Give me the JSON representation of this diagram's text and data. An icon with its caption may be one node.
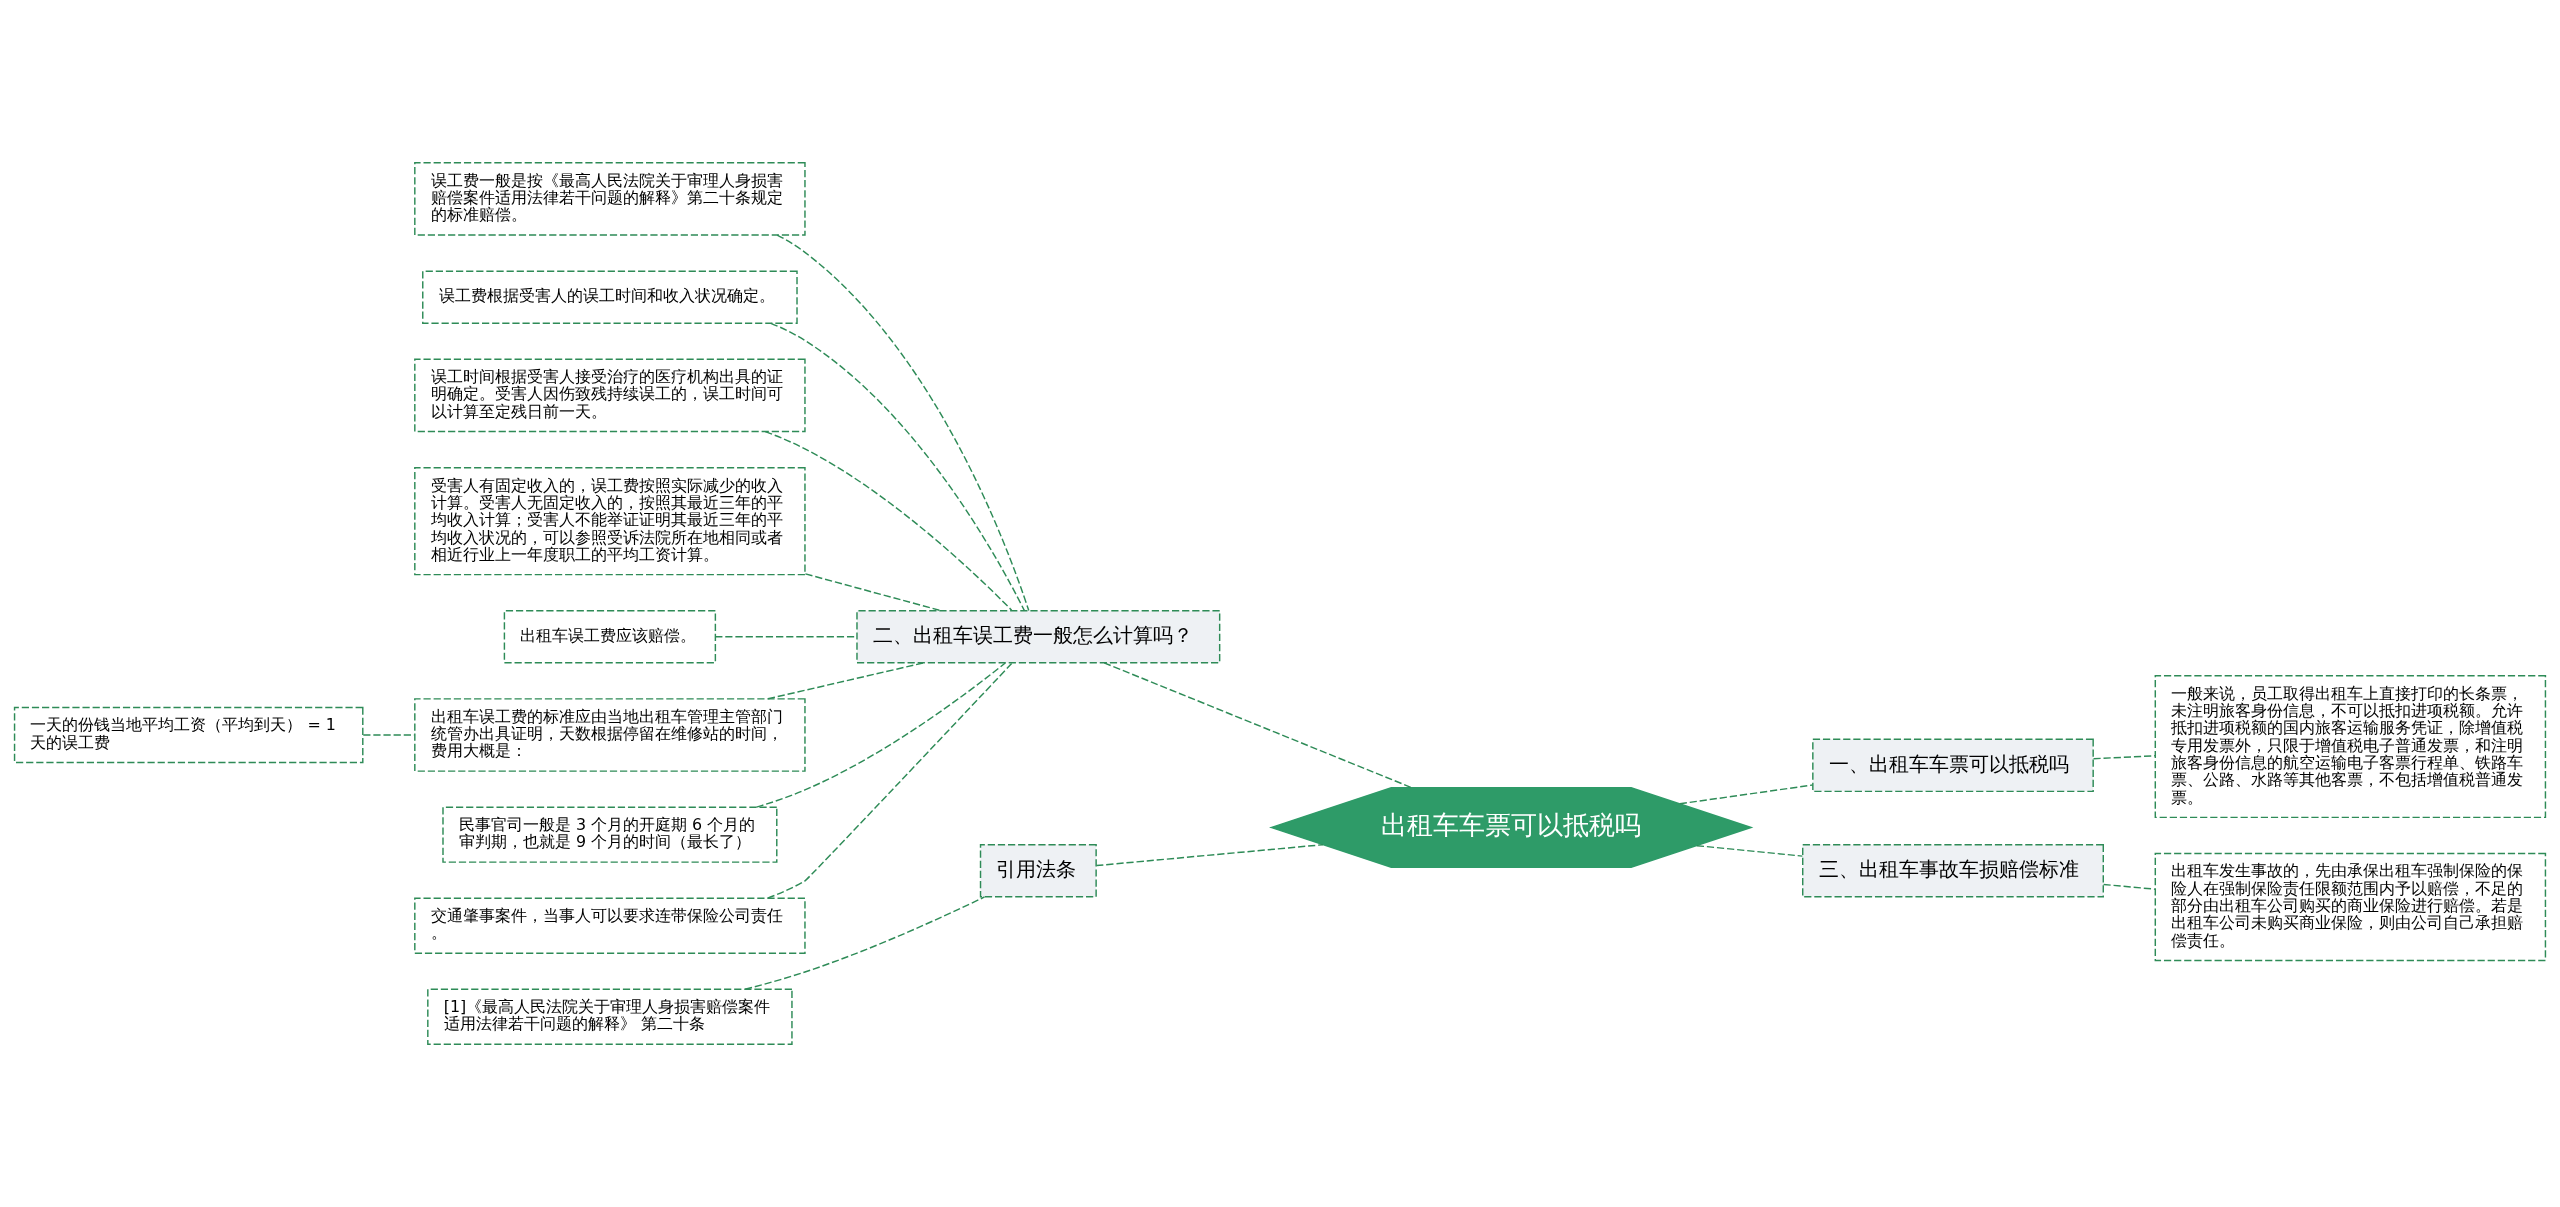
{
  "diagram": {
    "nodes": [
      {
        "text": [
          "出租车车票可以抵税吗"
        ]
      },
      {
        "text": [
          "二、出租车误工费一般怎么计算吗？"
        ]
      },
      {
        "text": [
          "误工费一般是按《最高人民法院关于审理人身损害赔偿案件适用法律若干问题的解释》第二十条规定的标准赔偿。"
        ]
      },
      {
        "text": [
          "误工费根据受害人的误工时间和收入状况确定。"
        ]
      },
      {
        "text": [
          "误工时间根据受害人接受治疗的医疗机构出具的证明确定。受害人因伤致残持续误工的，误工时间可以计算至定残日前一天。"
        ]
      },
      {
        "text": [
          "受害人有固定收入的，误工费按照实际减少的收入计算。受害人无固定收入的，按照其最近三年的平均收入计算；受害人不能举证证明其最近三年的平均收入状况的，可以参照受诉法院所在地相同或者相近行业上一年度职工的平均工资计算。"
        ]
      },
      {
        "text": [
          "出租车误工费应该赔偿。"
        ]
      },
      {
        "text": [
          "出租车误工费的标准应由当地出租车管理主管部门统管办出具证明，天数根据停留在维修站的时间，费用大概是："
        ]
      },
      {
        "text": [
          "一天的份钱当地平均工资（平均到天） = 1 天的误工费"
        ]
      },
      {
        "text": [
          "民事官司一般是 3 个月的开庭期 6 个月的审判期，也就是 9 个月的时间（最长了）"
        ]
      },
      {
        "text": [
          "交通肇事案件，当事人可以要求连带保险公司责任。"
        ]
      },
      {
        "text": [
          "引用法条"
        ]
      },
      {
        "text": [
          "[1]《最高人民法院关于审理人身损害赔偿案件适用法律若干问题的解释》 第二十条"
        ]
      },
      {
        "text": [
          "一、出租车车票可以抵税吗"
        ]
      },
      {
        "text": [
          "一般来说，员工取得出租车上直接打印的长条票，未注明旅客身份信息，不可以抵扣进项税额。允许抵扣进项税额的国内旅客运输服务凭证，除增值税专用发票外，只限于增值税电子普通发票，和注明旅客身份信息的航空运输电子客票行程单、铁路车票、公路、水路等其他客票，不包括增值税普通发票。"
        ]
      },
      {
        "text": [
          "三、出租车事故车损赔偿标准"
        ]
      },
      {
        "text": [
          "出租车发生事故的，先由承保出租车强制保险的保险人在强制保险责任限额范围内予以赔偿，不足的部分由出租车公司购买的商业保险进行赔偿。若是出租车公司未购买商业保险，则由公司自己承担赔偿责任。"
        ]
      }
    ],
    "edges": [
      {
        "from": 0,
        "to": 1,
        "arrow": "none",
        "style": "dashed"
      },
      {
        "from": 1,
        "to": 2,
        "arrow": "none",
        "style": "dashed"
      },
      {
        "from": 1,
        "to": 3,
        "arrow": "none",
        "style": "dashed"
      },
      {
        "from": 1,
        "to": 4,
        "arrow": "none",
        "style": "dashed"
      },
      {
        "from": 1,
        "to": 5,
        "arrow": "none",
        "style": "dashed"
      },
      {
        "from": 1,
        "to": 6,
        "arrow": "none",
        "style": "dashed"
      },
      {
        "from": 1,
        "to": 7,
        "arrow": "none",
        "style": "dashed"
      },
      {
        "from": 7,
        "to": 8,
        "arrow": "none",
        "style": "dashed"
      },
      {
        "from": 1,
        "to": 9,
        "arrow": "none",
        "style": "dashed"
      },
      {
        "from": 1,
        "to": 10,
        "arrow": "none",
        "style": "dashed"
      },
      {
        "from": 0,
        "to": 11,
        "arrow": "none",
        "style": "dashed"
      },
      {
        "from": 11,
        "to": 12,
        "arrow": "none",
        "style": "dashed"
      },
      {
        "from": 0,
        "to": 13,
        "arrow": "none",
        "style": "dashed"
      },
      {
        "from": 13,
        "to": 14,
        "arrow": "none",
        "style": "dashed"
      },
      {
        "from": 0,
        "to": 15,
        "arrow": "none",
        "style": "dashed"
      },
      {
        "from": 15,
        "to": 16,
        "arrow": "none",
        "style": "dashed"
      }
    ]
  }
}
